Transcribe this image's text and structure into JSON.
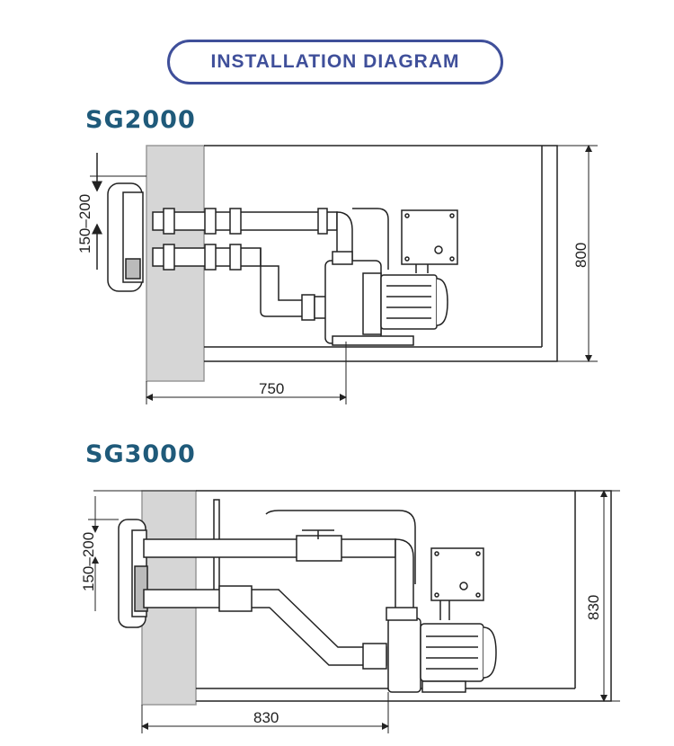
{
  "header": {
    "title": "INSTALLATION DIAGRAM"
  },
  "diagrams": [
    {
      "model": "SG2000",
      "dim_height_range": "150–200",
      "dim_depth": "800",
      "dim_width": "750"
    },
    {
      "model": "SG3000",
      "dim_height_range": "150–200",
      "dim_depth": "830",
      "dim_width": "830"
    }
  ],
  "colors": {
    "accent": "#3f4f9a",
    "model_label": "#1f5a7a",
    "wall": "#d6d6d6",
    "line": "#222222"
  }
}
